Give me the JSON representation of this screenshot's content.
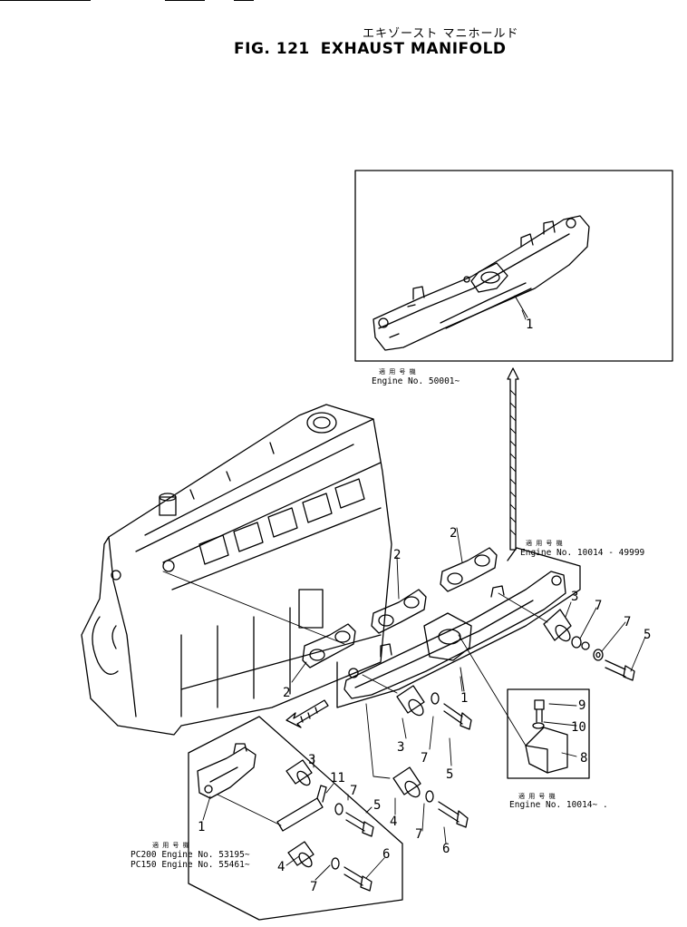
{
  "title": {
    "japanese": "エキゾースト マニホールド",
    "figure": "FIG. 121",
    "name": "EXHAUST MANIFOLD"
  },
  "callouts": {
    "c1a": "1",
    "c1b": "1",
    "c1c": "1",
    "c2a": "2",
    "c2b": "2",
    "c2c": "2",
    "c3a": "3",
    "c3b": "3",
    "c3c": "3",
    "c4a": "4",
    "c4b": "4",
    "c5a": "5",
    "c5b": "5",
    "c5c": "5",
    "c6a": "6",
    "c6b": "6",
    "c7a": "7",
    "c7b": "7",
    "c7c": "7",
    "c7d": "7",
    "c7e": "7",
    "c8": "8",
    "c9": "9",
    "c10": "10",
    "c11": "11"
  },
  "notes": {
    "serial_jp": "適 用 号 機",
    "inset_top": "Engine No. 50001~",
    "main": "Engine No. 10014 - 49999",
    "bracket": "Engine No. 10014~ .",
    "pc200": "PC200 Engine No. 53195~",
    "pc150": "PC150 Engine No. 55461~"
  }
}
